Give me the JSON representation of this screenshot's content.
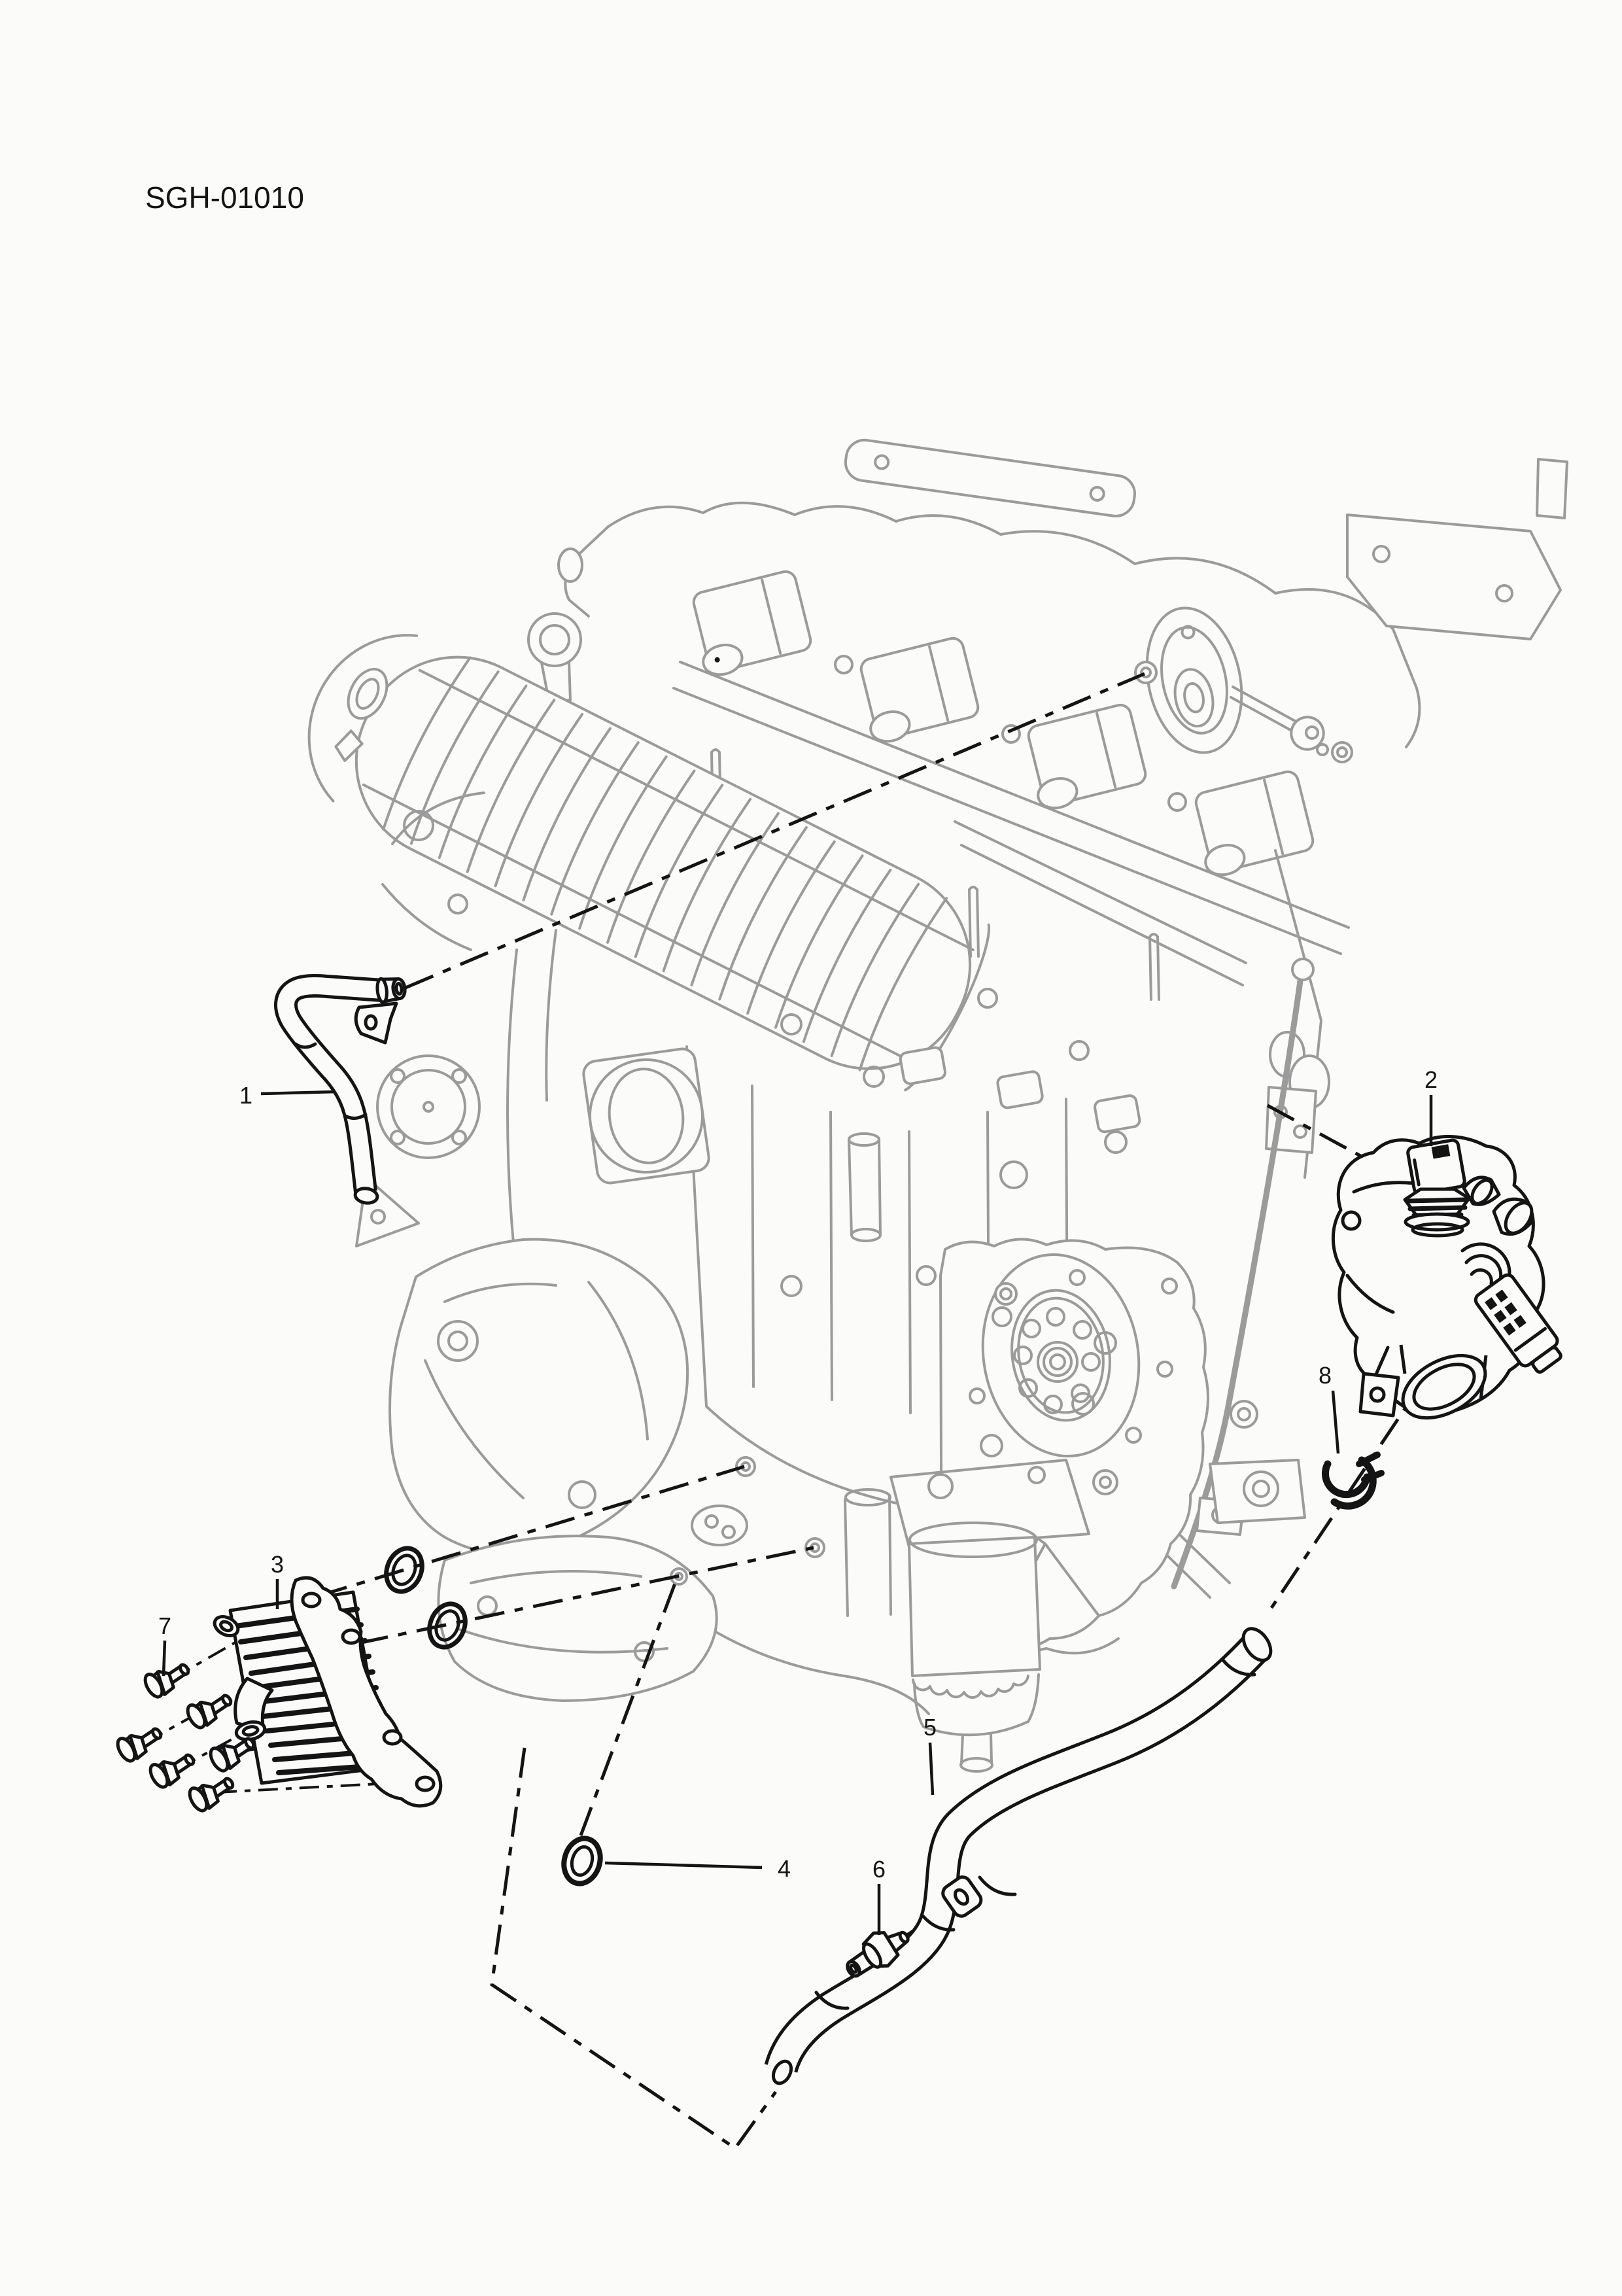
{
  "document": {
    "code": "SGH-01010"
  },
  "colors": {
    "ink": "#141414",
    "engine_sketch": "#9b9b9b",
    "paper": "#fbfbf9"
  },
  "callouts": {
    "c1": {
      "label": "1"
    },
    "c2": {
      "label": "2"
    },
    "c3": {
      "label": "3"
    },
    "c4": {
      "label": "4"
    },
    "c5": {
      "label": "5"
    },
    "c6": {
      "label": "6"
    },
    "c7": {
      "label": "7"
    },
    "c8": {
      "label": "8"
    }
  }
}
